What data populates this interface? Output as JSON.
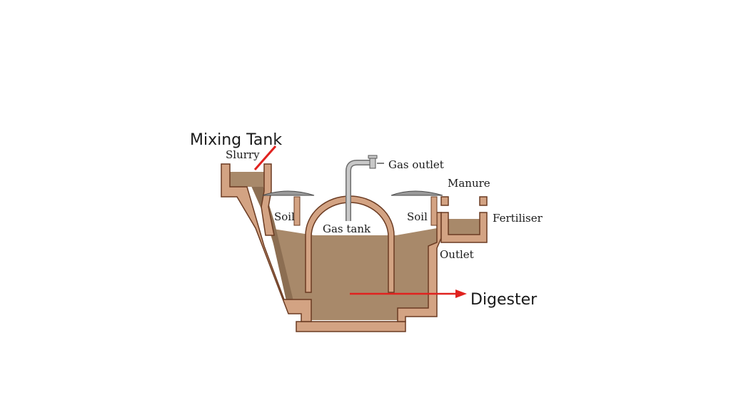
{
  "labels": {
    "mixing_tank": "Mixing Tank",
    "slurry": "Slurry",
    "gas_outlet": "Gas outlet",
    "manure": "Manure",
    "soil_left": "Soil",
    "soil_right": "Soil",
    "gas_tank": "Gas tank",
    "fertiliser": "Fertiliser",
    "outlet": "Outlet",
    "digester": "Digester"
  },
  "colors": {
    "wall": "#d3a383",
    "wall_stroke": "#6b3b22",
    "slurry": "#a8896a",
    "slurry_dark": "#8c6e52",
    "lid": "#9a9a9a",
    "pipe": "#b8b8b8",
    "annotation_arrow": "#e0221f"
  }
}
